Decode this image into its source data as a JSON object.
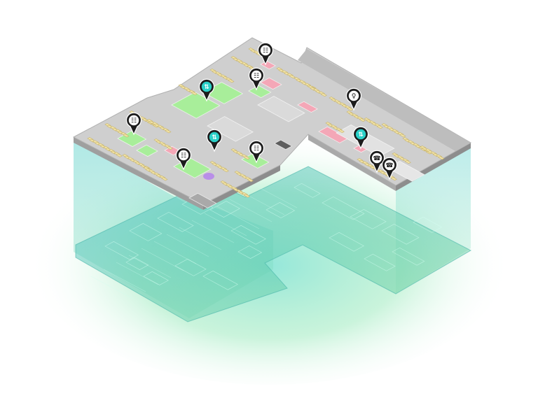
{
  "scene": {
    "kind": "isometric-floor-plan",
    "floors_shown": 2,
    "colors": {
      "background": "#ffffff",
      "slab_top": "#c9c9c9",
      "slab_edge": "#a8a8a8",
      "desk": "#f2e3a8",
      "desk_edge": "#c9b66e",
      "zone_green": "#a8ee9a",
      "zone_pink": "#f4a7b7",
      "zone_grey": "#dadada",
      "glow_cyan": "#7fe0dc",
      "glow_green": "#9ee8a0",
      "pin_dark": "#1c1c1c",
      "pin_accent": "#2ad0c8"
    }
  },
  "pins": [
    {
      "icon": "meeting-room-icon",
      "variant": "dark"
    },
    {
      "icon": "meeting-room-icon",
      "variant": "dark"
    },
    {
      "icon": "elevator-icon",
      "variant": "accent"
    },
    {
      "icon": "meeting-room-icon",
      "variant": "dark"
    },
    {
      "icon": "restroom-icon",
      "variant": "dark"
    },
    {
      "icon": "meeting-room-icon",
      "variant": "dark"
    },
    {
      "icon": "elevator-icon",
      "variant": "accent"
    },
    {
      "icon": "meeting-room-icon",
      "variant": "dark"
    },
    {
      "icon": "elevator-icon",
      "variant": "accent"
    },
    {
      "icon": "phone-booth-icon",
      "variant": "dark"
    },
    {
      "icon": "phone-booth-icon",
      "variant": "dark"
    }
  ]
}
